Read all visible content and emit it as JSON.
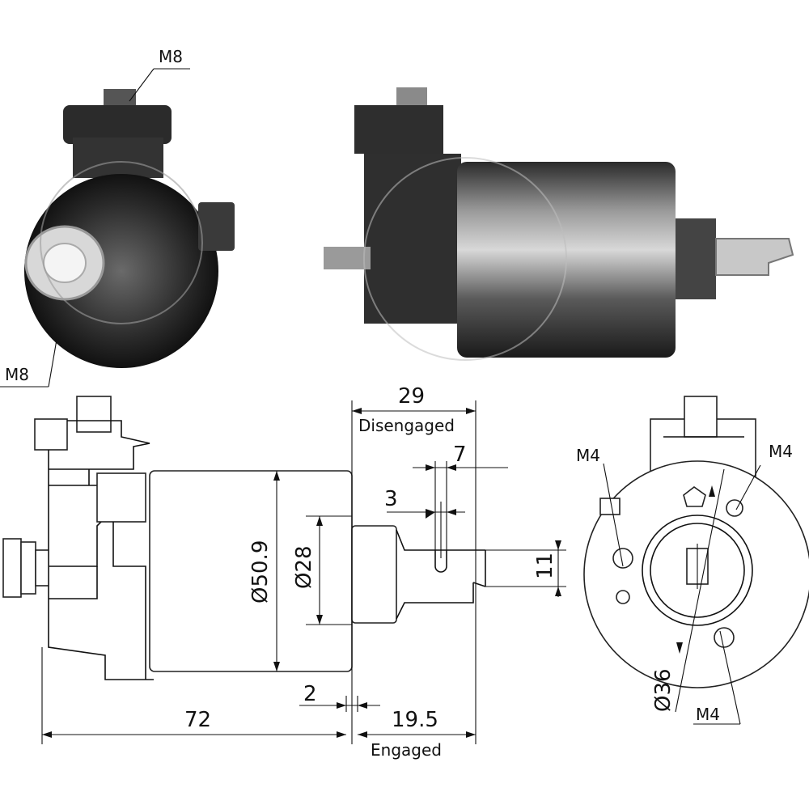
{
  "photos": {
    "end_view_labels": {
      "top": "M8",
      "bottom": "M8"
    }
  },
  "drawing": {
    "dimensions": {
      "disengaged_value": "29",
      "disengaged_label": "Disengaged",
      "d7": "7",
      "d3": "3",
      "dia_body": "Ø50.9",
      "dia_28": "Ø28",
      "d11": "11",
      "d2": "2",
      "d72": "72",
      "engaged_value": "19.5",
      "engaged_label": "Engaged"
    },
    "end_view": {
      "m4_top_left": "M4",
      "m4_top_right": "M4",
      "dia_36": "Ø36",
      "m4_bottom": "M4"
    }
  }
}
